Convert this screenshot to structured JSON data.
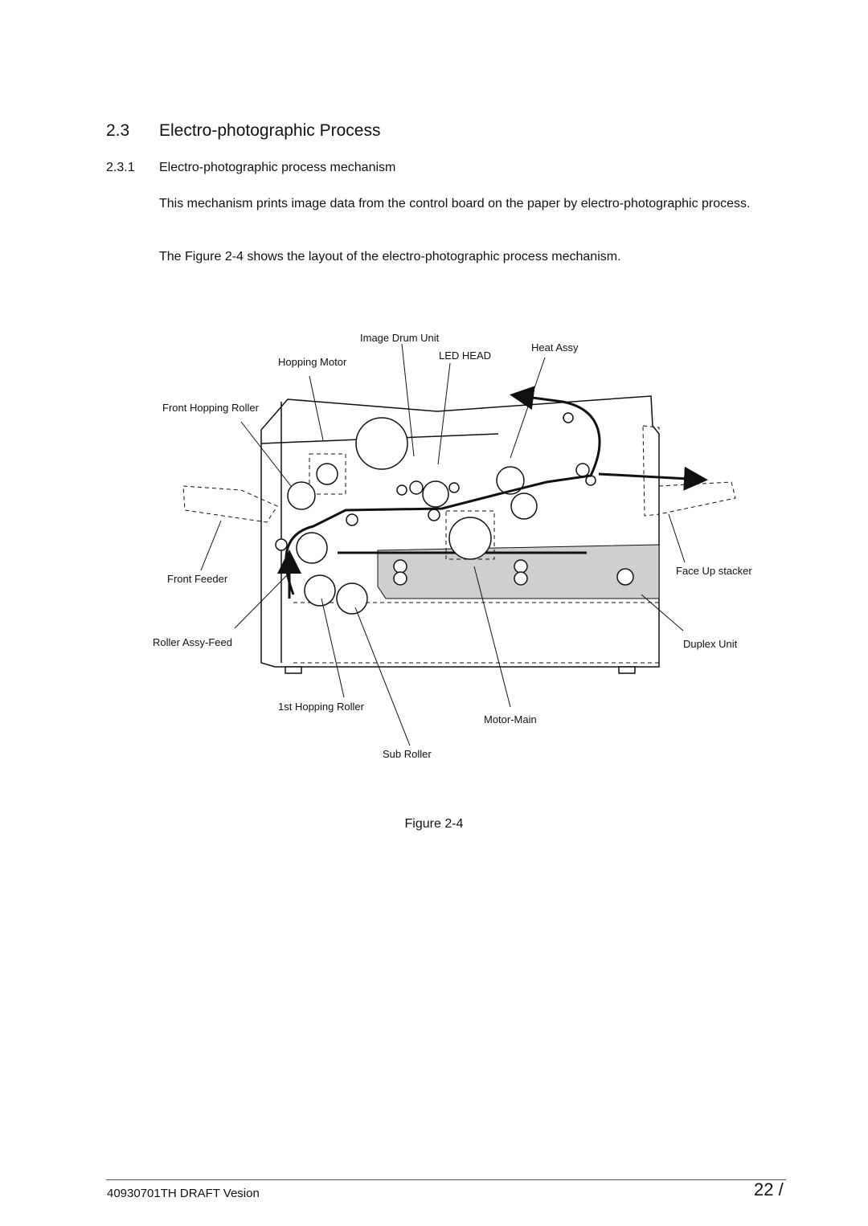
{
  "section": {
    "number": "2.3",
    "title": "Electro-photographic Process"
  },
  "subsection": {
    "number": "2.3.1",
    "title": "Electro-photographic process mechanism"
  },
  "paragraphs": [
    "This mechanism prints image data from the control board on the paper by electro-photographic process.",
    "The Figure 2-4 shows the layout of the electro-photographic process mechanism."
  ],
  "figure": {
    "labels": {
      "image_drum_unit": "Image Drum Unit",
      "led_head": "LED HEAD",
      "heat_assy": "Heat Assy",
      "hopping_motor": "Hopping Motor",
      "front_hopping_roller": "Front Hopping Roller",
      "front_feeder": "Front Feeder",
      "roller_assy_feed": "Roller Assy-Feed",
      "face_up_stacker": "Face Up stacker",
      "duplex_unit": "Duplex Unit",
      "first_hopping_roller": "1st Hopping Roller",
      "motor_main": "Motor-Main",
      "sub_roller": "Sub Roller"
    },
    "caption": "Figure 2-4"
  },
  "footer": {
    "doc_id": "40930701TH  DRAFT Vesion",
    "page": "22 /"
  }
}
